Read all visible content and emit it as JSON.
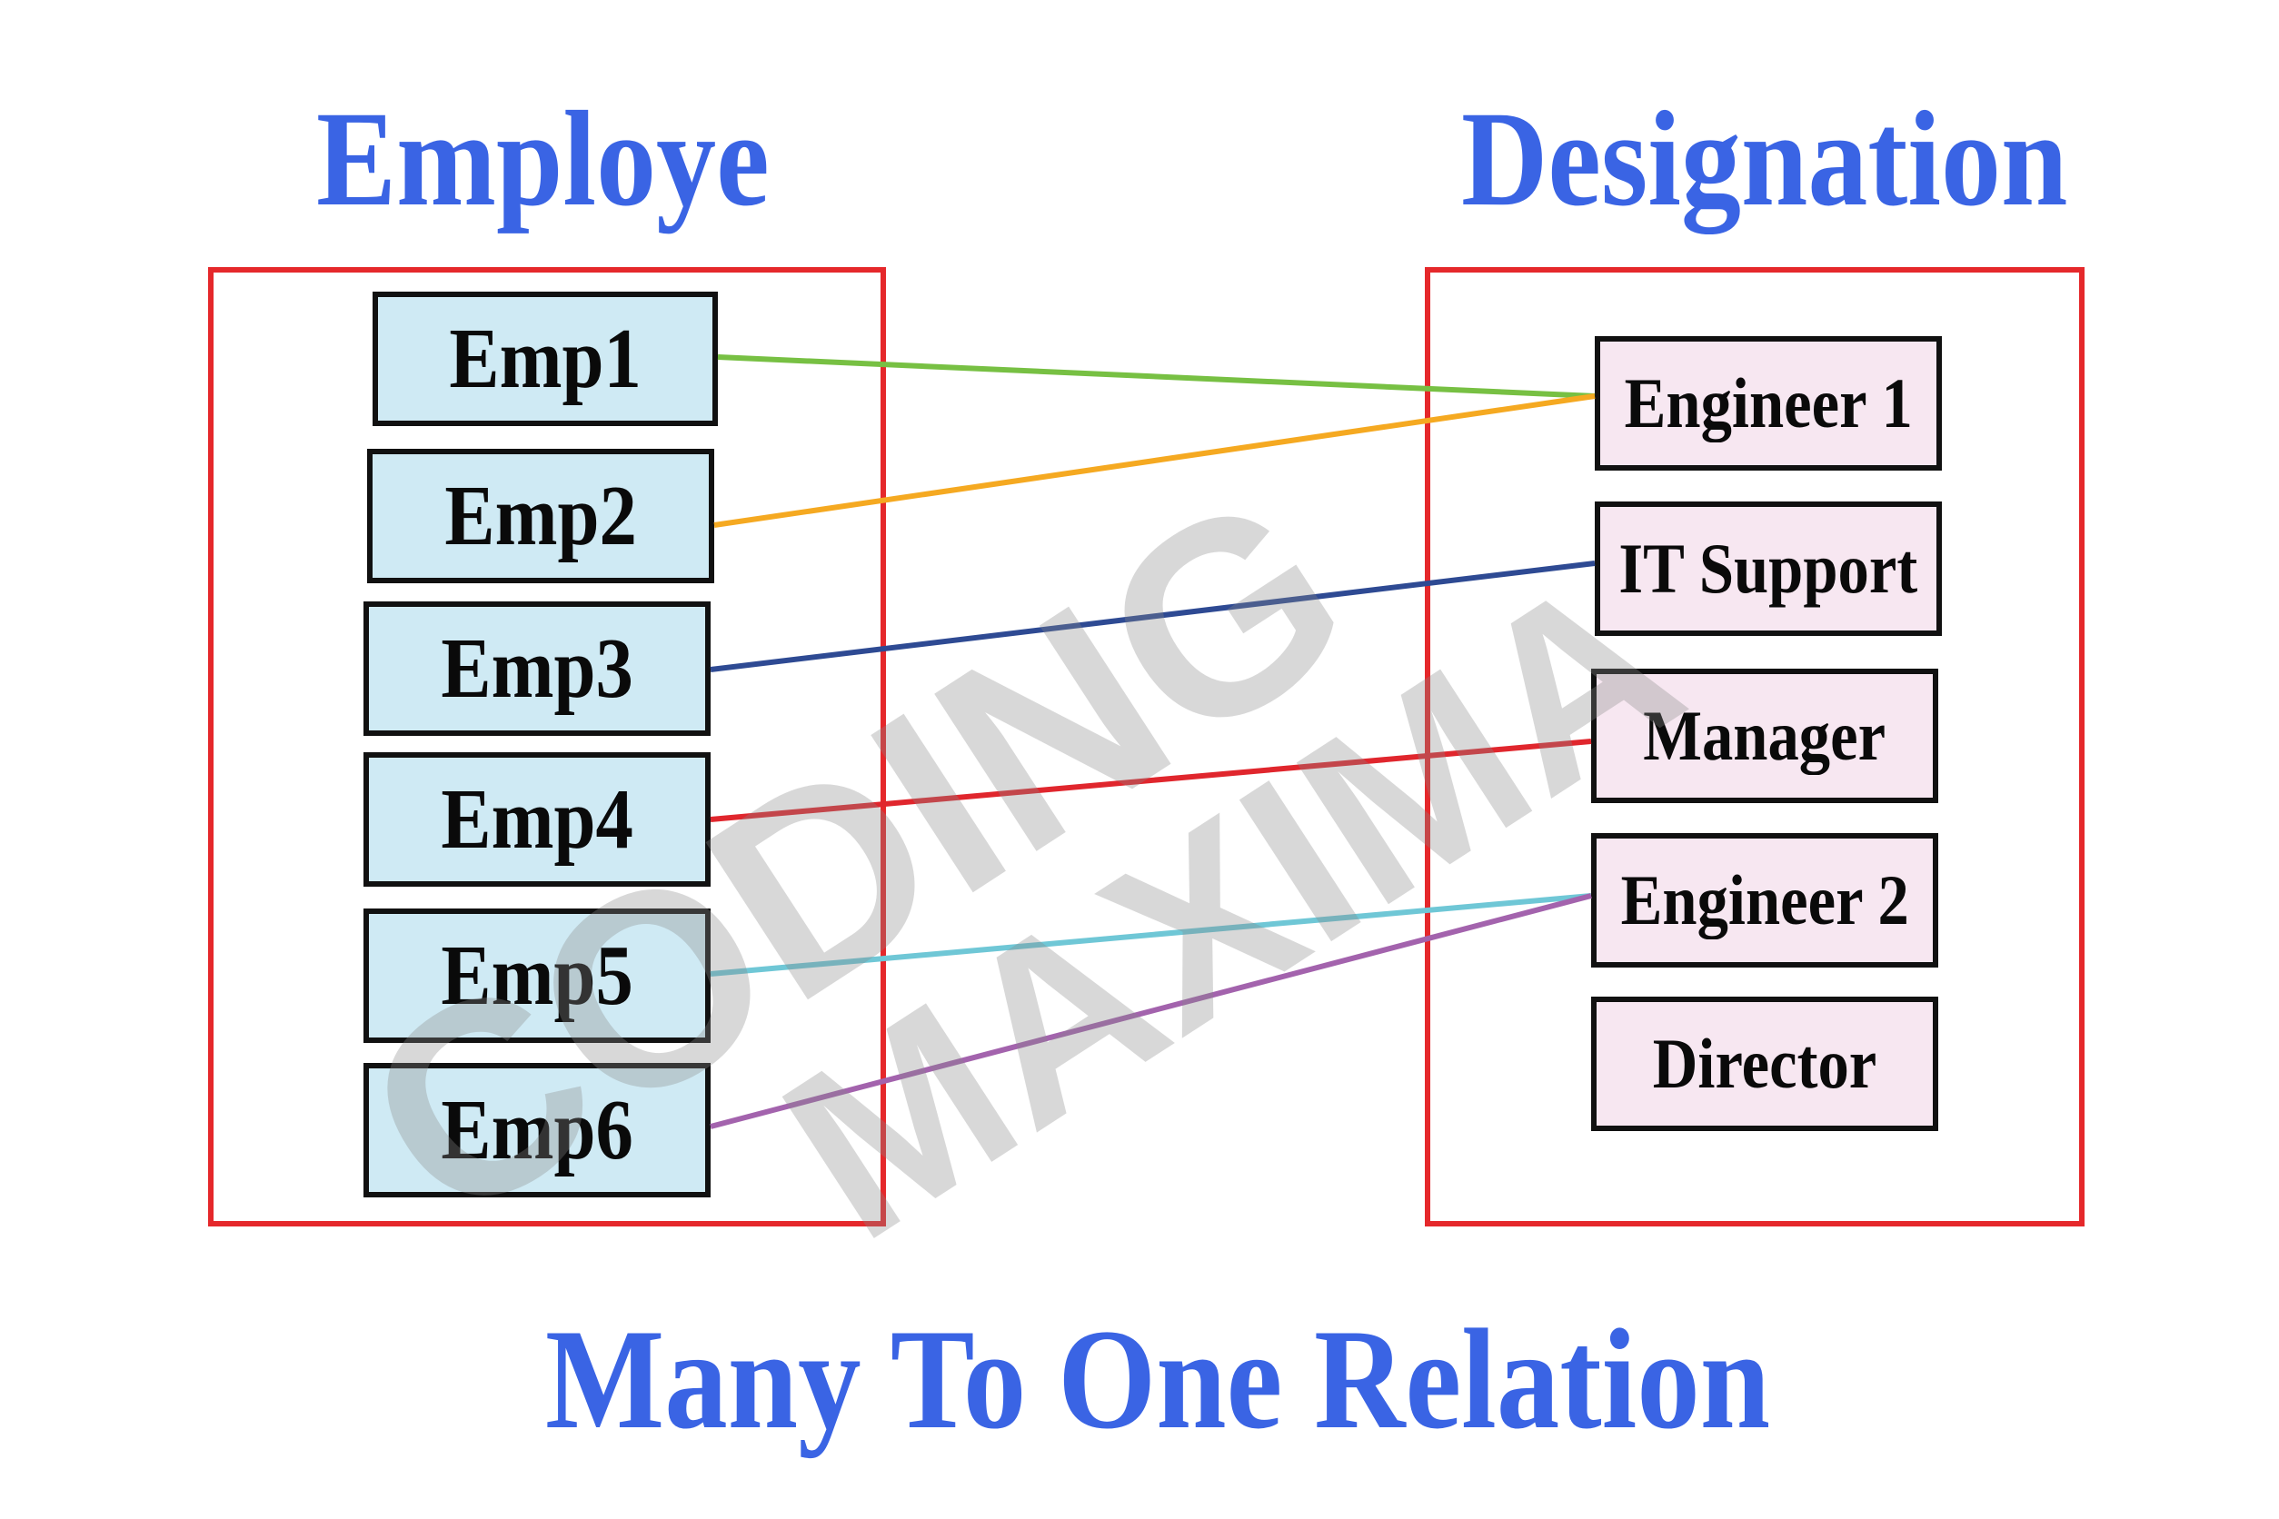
{
  "titles": {
    "left": "Employe",
    "right": "Designation",
    "caption": "Many To One Relation"
  },
  "employees": [
    "Emp1",
    "Emp2",
    "Emp3",
    "Emp4",
    "Emp5",
    "Emp6"
  ],
  "designations": [
    "Engineer 1",
    "IT Support",
    "Manager",
    "Engineer 2",
    "Director"
  ],
  "relations": [
    {
      "from": "Emp1",
      "to": "Engineer 1",
      "color": "#77c043"
    },
    {
      "from": "Emp2",
      "to": "Engineer 1",
      "color": "#f5a921"
    },
    {
      "from": "Emp3",
      "to": "IT Support",
      "color": "#2e4a93"
    },
    {
      "from": "Emp4",
      "to": "Manager",
      "color": "#e0262d"
    },
    {
      "from": "Emp5",
      "to": "Engineer 2",
      "color": "#6fc7d6"
    },
    {
      "from": "Emp6",
      "to": "Engineer 2",
      "color": "#a363ad"
    }
  ],
  "watermark": {
    "line1": "CODING",
    "line2": "MAXIMA"
  },
  "colors": {
    "heading": "#3a64e4",
    "frame": "#e5282b",
    "employee_fill": "#cfeaf4",
    "designation_fill": "#f7e7f1"
  }
}
